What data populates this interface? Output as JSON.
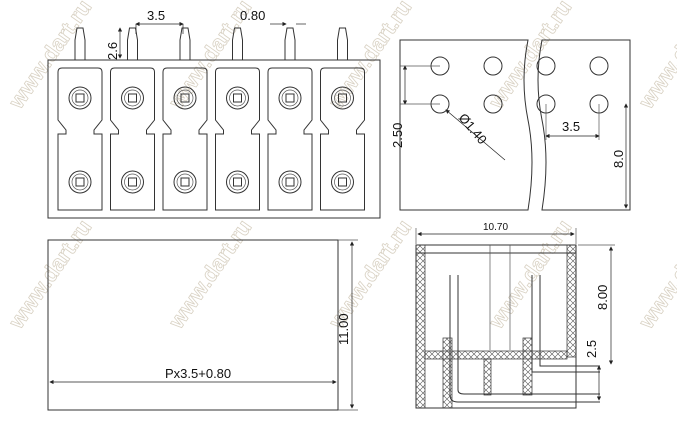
{
  "watermark": "www.dart.ru",
  "front_view": {
    "pitch_label": "3.5",
    "pin_width_label": "0.80",
    "pin_height_label": "2.6",
    "positions": 6
  },
  "hole_pattern": {
    "row_spacing_label": "2.50",
    "hole_diameter_label": "Ø1.40",
    "pitch_label": "3.5",
    "height_label": "8.0"
  },
  "top_view": {
    "length_label": "Px3.5+0.80",
    "width_label": "11.00"
  },
  "side_view": {
    "width_label": "10.70",
    "height_label": "8.00",
    "pin_offset_label": "2.5"
  }
}
